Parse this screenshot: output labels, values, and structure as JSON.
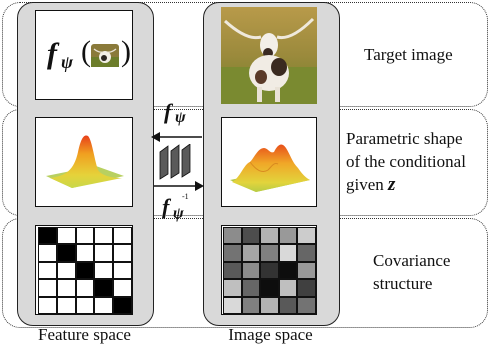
{
  "rows": [
    {
      "id": "target",
      "label": "Target image"
    },
    {
      "id": "shape",
      "label_lines": [
        "Parametric shape",
        "of the conditional",
        "given"
      ],
      "variable": "z"
    },
    {
      "id": "cov",
      "label_lines": [
        "Covariance",
        "structure"
      ]
    }
  ],
  "columns": {
    "feature": "Feature space",
    "image": "Image space"
  },
  "arrows": {
    "top": {
      "func": "f",
      "subscript": "ψ"
    },
    "bottom": {
      "func": "f",
      "subscript": "ψ",
      "superscript": "-1"
    }
  },
  "feature_top": {
    "func": "f",
    "subscript": "ψ"
  },
  "feature_cov_cells": [
    [
      1,
      0,
      0,
      0,
      0
    ],
    [
      0,
      1,
      0,
      0,
      0
    ],
    [
      0,
      0,
      1,
      0,
      0
    ],
    [
      0,
      0,
      0,
      1,
      0
    ],
    [
      0,
      0,
      0,
      0,
      1
    ]
  ],
  "image_cov_cells": [
    [
      0.55,
      0.3,
      0.7,
      0.6,
      0.8
    ],
    [
      0.45,
      0.65,
      0.5,
      0.85,
      0.4
    ],
    [
      0.35,
      0.55,
      0.2,
      0.05,
      0.6
    ],
    [
      0.75,
      0.4,
      0.05,
      0.75,
      0.25
    ],
    [
      0.85,
      0.5,
      0.7,
      0.35,
      0.45
    ]
  ]
}
